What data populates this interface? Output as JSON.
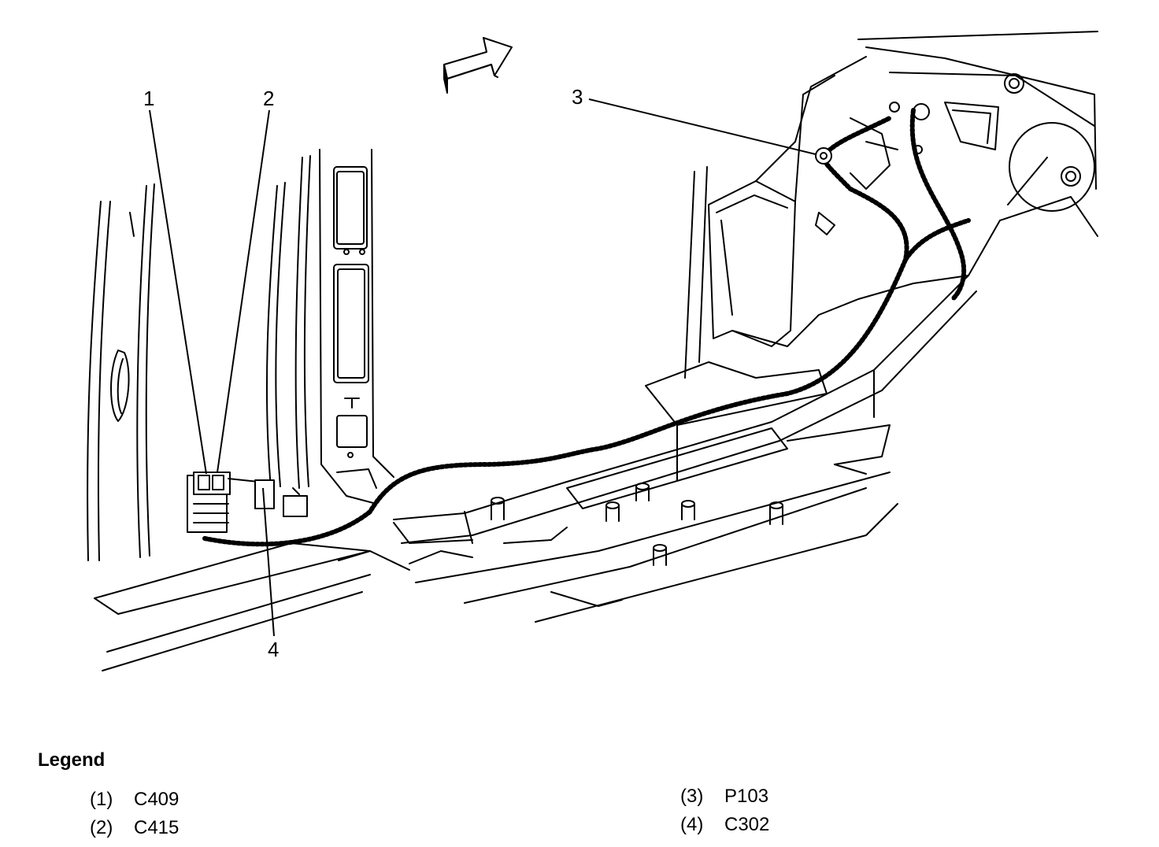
{
  "callouts": [
    {
      "num": "1"
    },
    {
      "num": "2"
    },
    {
      "num": "3"
    },
    {
      "num": "4"
    }
  ],
  "legend": {
    "title": "Legend",
    "items": [
      {
        "num": "(1)",
        "label": "C409"
      },
      {
        "num": "(2)",
        "label": "C415"
      },
      {
        "num": "(3)",
        "label": "P103"
      },
      {
        "num": "(4)",
        "label": "C302"
      }
    ]
  }
}
